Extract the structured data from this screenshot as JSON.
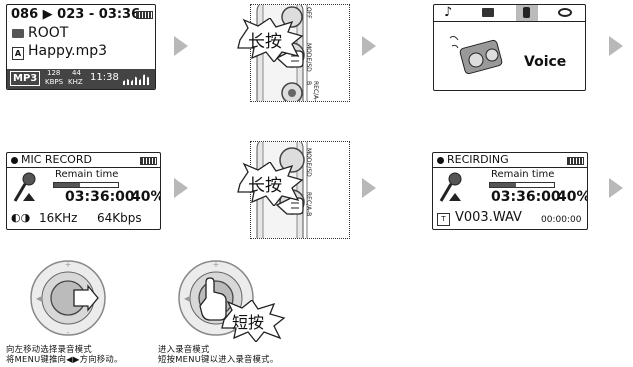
{
  "screen1": {
    "line1": "086 ▶ 023 - 03:36",
    "line2": "ROOT",
    "line3": "Happy.mp3",
    "badge": "MP3",
    "kbps_num": "128",
    "kbps_unit": "KBPS",
    "khz_num": "44",
    "khz_unit": "KHZ",
    "clock": "11:38"
  },
  "screen2": {
    "tabs_icons": [
      "music-note-icon",
      "radio-icon",
      "voice-recorder-icon",
      "eye-icon"
    ],
    "label": "Voice"
  },
  "screen3": {
    "title": "MIC RECORD",
    "remain": "Remain time",
    "time": "03:36:00",
    "percent": "40%",
    "freq": "16KHz",
    "rate": "64Kbps"
  },
  "screen4": {
    "title": "RECIRDING",
    "remain": "Remain time",
    "time": "03:36:00",
    "percent": "40%",
    "file": "V003.WAV",
    "elapsed": "00:00:00"
  },
  "device": {
    "long_press": "长按",
    "short_press": "短按",
    "side_text_1": "MODE/SD",
    "side_text_2": "REC/A-B",
    "side_text_top": "OFF"
  },
  "captions": {
    "left_line1": "向左移动选择录音模式",
    "left_line2": "将MENU键推向◀▶方向移动。",
    "right_line1": "进入录音模式",
    "right_line2": "短按MENU键以进入录音模式。"
  }
}
